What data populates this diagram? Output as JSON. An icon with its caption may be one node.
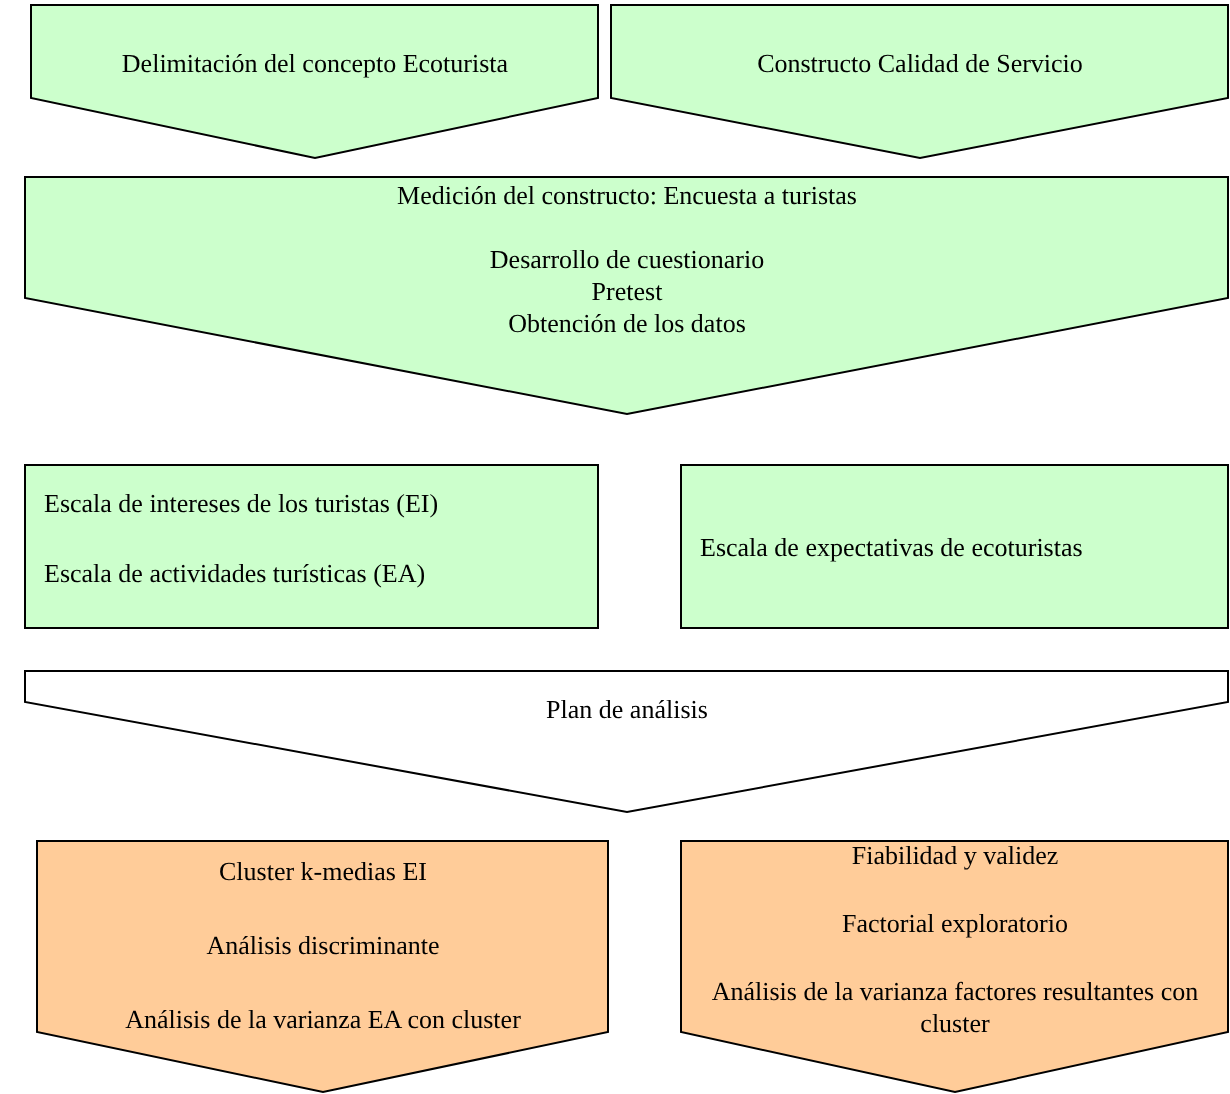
{
  "diagram": {
    "nodes": [
      {
        "text": [
          "Delimitación del concepto Ecoturista"
        ]
      },
      {
        "text": [
          "Constructo Calidad de Servicio"
        ]
      },
      {
        "text": [
          "Medición del constructo: Encuesta a turistas",
          "Desarrollo de cuestionario",
          "Pretest",
          "Obtención de los datos"
        ]
      },
      {
        "text": [
          "Escala de intereses de los turistas (EI)",
          "Escala de actividades turísticas (EA)"
        ]
      },
      {
        "text": [
          "Escala de expectativas de ecoturistas"
        ]
      },
      {
        "text": [
          "Plan de análisis"
        ]
      },
      {
        "text": [
          "Cluster k-medias EI",
          "Análisis discriminante",
          "Análisis de la varianza EA con cluster"
        ]
      },
      {
        "text": [
          "Fiabilidad y validez",
          "Factorial exploratorio",
          "Análisis de la varianza factores resultantes con cluster"
        ]
      }
    ],
    "edges": []
  }
}
